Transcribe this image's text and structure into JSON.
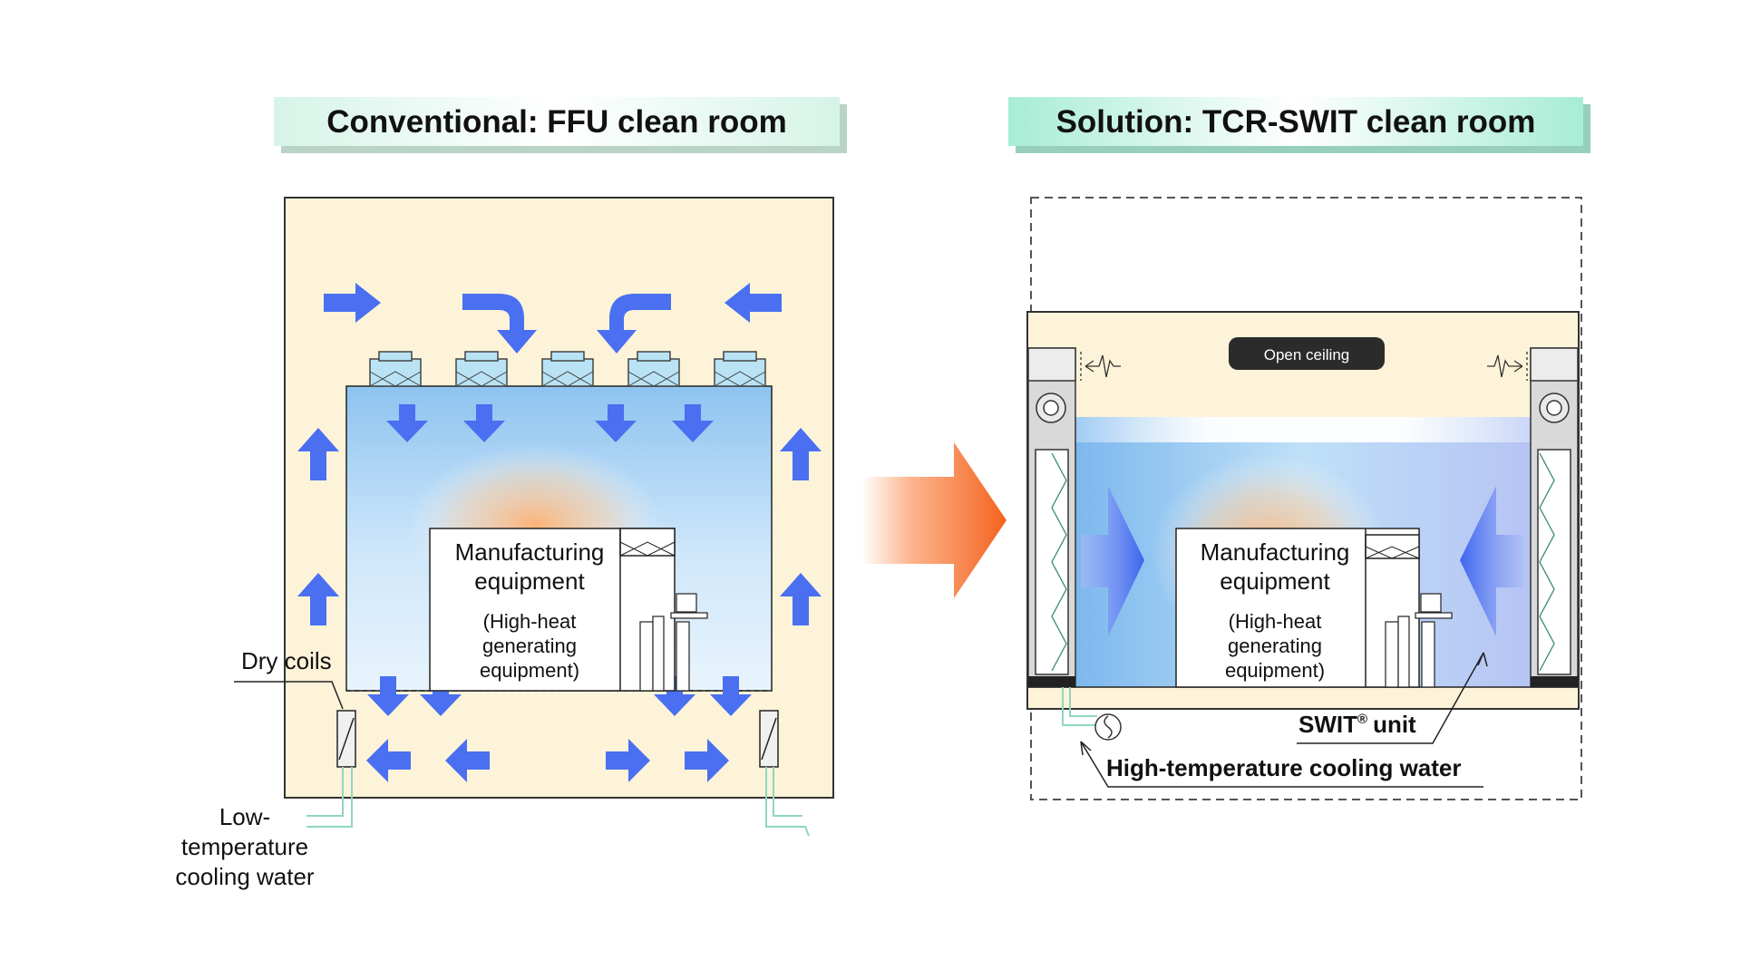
{
  "left_panel": {
    "title": "Conventional: FFU clean room",
    "equipment_title_1": "Manufacturing",
    "equipment_title_2": "equipment",
    "equipment_sub_1": "(High-heat",
    "equipment_sub_2": "generating",
    "equipment_sub_3": "equipment)",
    "dry_coils_label": "Dry coils",
    "cooling_water_1": "Low-",
    "cooling_water_2": "temperature",
    "cooling_water_3": "cooling water"
  },
  "right_panel": {
    "title": "Solution: TCR-SWIT clean room",
    "ceiling_label": "Open ceiling",
    "equipment_title_1": "Manufacturing",
    "equipment_title_2": "equipment",
    "equipment_sub_1": "(High-heat",
    "equipment_sub_2": "generating",
    "equipment_sub_3": "equipment)",
    "unit_label": "SWIT",
    "unit_mark": "®",
    "unit_label_suffix": "unit",
    "cooling_water_label": "High-temperature cooling water"
  },
  "colors": {
    "room_beige": "#fdf3d8",
    "air_blue": "#4a6ff0",
    "heat_orange": "#f4743a",
    "title_band_mint": "#bff0dc",
    "pipe_green": "#8fd6bf"
  }
}
